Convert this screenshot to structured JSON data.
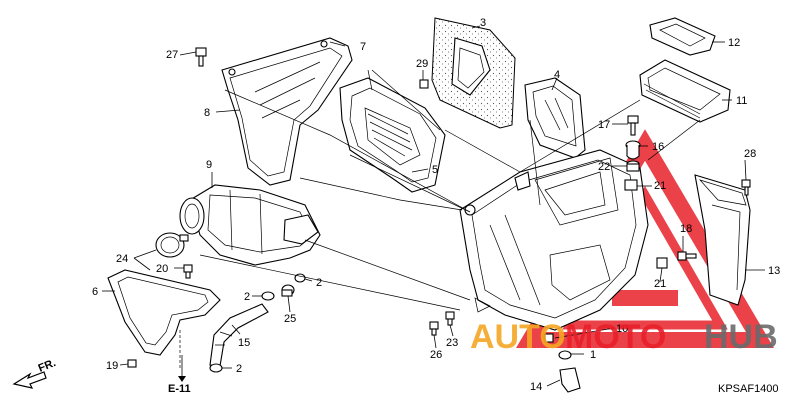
{
  "diagram": {
    "code": "KPSAF1400",
    "reference": "E-11",
    "direction_label": "FR.",
    "callouts": {
      "c1": "1",
      "c2a": "2",
      "c2b": "2",
      "c2c": "2",
      "c3": "3",
      "c4": "4",
      "c5": "5",
      "c6": "6",
      "c7": "7",
      "c8": "8",
      "c9": "9",
      "c10": "10",
      "c11": "11",
      "c12": "12",
      "c13": "13",
      "c14": "14",
      "c15": "15",
      "c16": "16",
      "c17": "17",
      "c18": "18",
      "c19": "19",
      "c20": "20",
      "c21a": "21",
      "c21b": "21",
      "c22": "22",
      "c23": "23",
      "c24": "24",
      "c25": "25",
      "c26": "26",
      "c27": "27",
      "c28": "28",
      "c29": "29"
    }
  },
  "watermark": {
    "word1": "AUTO",
    "word2": "MOTO",
    "word3": "HUB",
    "colors": {
      "orange": "#f5a623",
      "red": "#e8202a",
      "gray": "#6b6b6b"
    }
  }
}
